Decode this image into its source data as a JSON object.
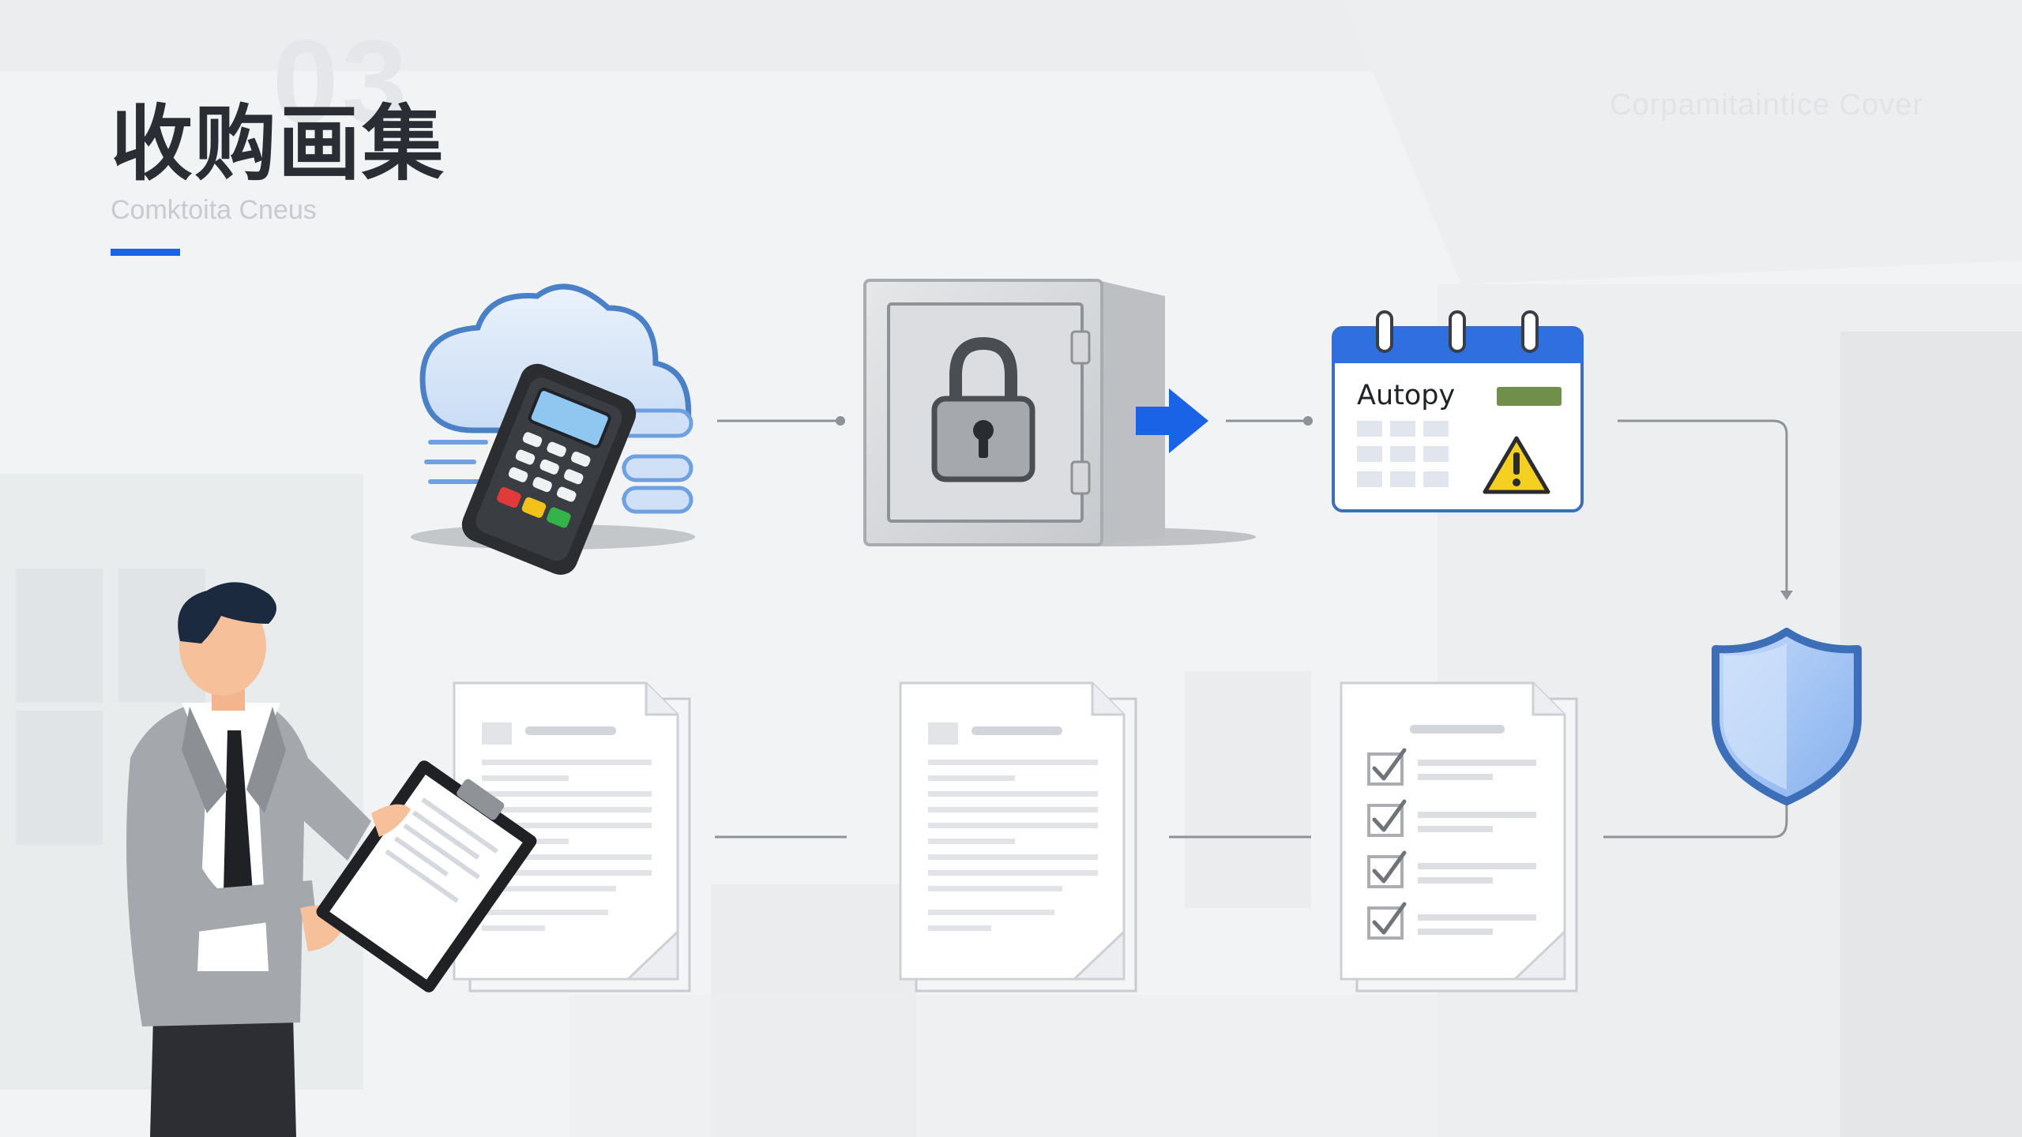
{
  "slide": {
    "section_number": "03",
    "title": "收购画集",
    "subtitle": "Comktoita Cneus",
    "corner_text": "Corpamitaintice Cover"
  },
  "calendar": {
    "label": "Autopy"
  },
  "colors": {
    "accent": "#1a63e6",
    "calendar_header": "#2f6fe0",
    "shield": "#9cc0f5",
    "shield_border": "#3d6fb8",
    "warning": "#f5d020",
    "calendar_badge": "#6f8f4a"
  },
  "icons": {
    "step1": "cloud-payment-terminal-icon",
    "step2": "safe-lock-icon",
    "step3": "calendar-warning-icon",
    "step4": "shield-icon",
    "step5": "checklist-document-icon",
    "step6": "document-icon",
    "step7": "document-icon"
  }
}
